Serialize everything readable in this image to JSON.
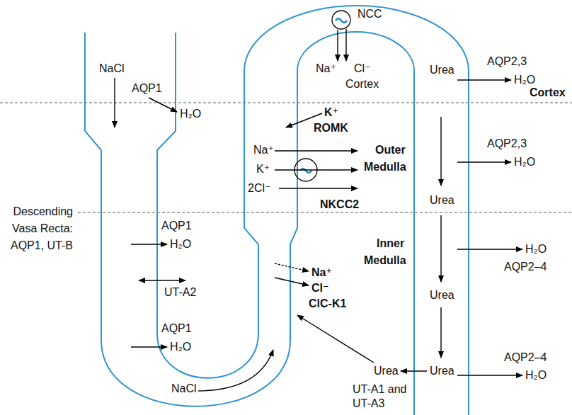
{
  "diagram": {
    "labels": [
      "NCC",
      "NaCl",
      "AQP1",
      "H₂O",
      "Na⁺",
      "Cl⁻",
      "Cortex",
      "Urea",
      "AQP2,3",
      "H₂O",
      "Cortex",
      "K⁺",
      "ROMK",
      "Na⁺",
      "K⁺",
      "2Cl⁻",
      "Outer",
      "Medulla",
      "NKCC2",
      "Urea",
      "AQP2,3",
      "H₂O",
      "Descending Vasa Recta: AQP1, UT-B",
      "AQP1",
      "H₂O",
      "UT-A2",
      "Inner",
      "Medulla",
      "Na⁺",
      "Cl⁻",
      "ClC-K1",
      "Urea",
      "H₂O",
      "AQP2–4",
      "AQP1",
      "H₂O",
      "Urea",
      "Urea",
      "UT-A1 and UT-A3",
      "AQP2–4",
      "H₂O",
      "NaCl"
    ]
  }
}
